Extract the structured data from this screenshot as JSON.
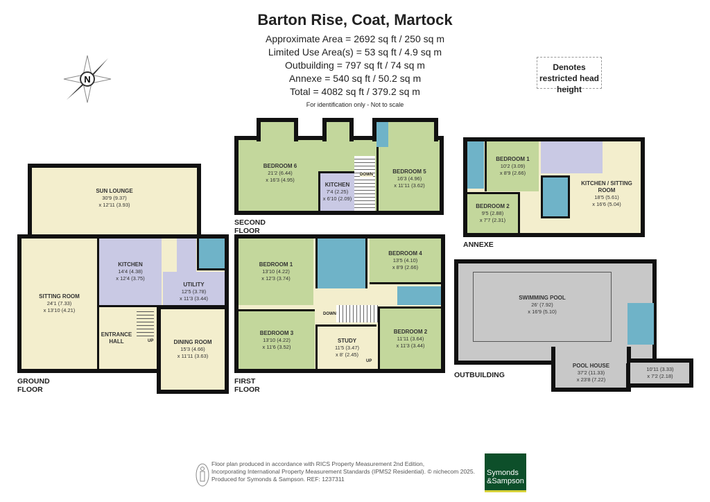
{
  "header": {
    "title": "Barton Rise, Coat, Martock",
    "lines": [
      "Approximate Area = 2692 sq ft / 250 sq m",
      "Limited Use Area(s) = 53 sq ft / 4.9 sq m",
      "Outbuilding = 797 sq ft / 74 sq m",
      "Annexe = 540 sq ft / 50.2 sq m",
      "Total = 4082 sq ft / 379.2 sq m"
    ],
    "note": "For identification only - Not to scale"
  },
  "compass": {
    "label": "N"
  },
  "legend": {
    "restricted": "Denotes restricted head height"
  },
  "floors": {
    "ground": {
      "label": "GROUND FLOOR",
      "rooms": [
        {
          "name": "SUN LOUNGE",
          "d1": "30'9 (9.37)",
          "d2": "x 12'11 (3.93)"
        },
        {
          "name": "SITTING ROOM",
          "d1": "24'1 (7.33)",
          "d2": "x 13'10 (4.21)"
        },
        {
          "name": "KITCHEN",
          "d1": "14'4 (4.38)",
          "d2": "x 12'4 (3.75)"
        },
        {
          "name": "UTILITY",
          "d1": "12'5 (3.78)",
          "d2": "x 11'3 (3.44)"
        },
        {
          "name": "ENTRANCE HALL",
          "d1": "",
          "d2": ""
        },
        {
          "name": "DINING ROOM",
          "d1": "15'3 (4.66)",
          "d2": "x 11'11 (3.63)"
        }
      ],
      "stairs": "UP"
    },
    "second": {
      "label": "SECOND FLOOR",
      "rooms": [
        {
          "name": "BEDROOM 6",
          "d1": "21'2 (6.44)",
          "d2": "x 16'3 (4.95)"
        },
        {
          "name": "KITCHEN",
          "d1": "7'4 (2.25)",
          "d2": "x 6'10 (2.09)"
        },
        {
          "name": "BEDROOM 5",
          "d1": "16'3 (4.96)",
          "d2": "x 11'11 (3.62)"
        }
      ],
      "stairs": "DOWN"
    },
    "first": {
      "label": "FIRST FLOOR",
      "rooms": [
        {
          "name": "BEDROOM 1",
          "d1": "13'10 (4.22)",
          "d2": "x 12'3 (3.74)"
        },
        {
          "name": "BEDROOM 4",
          "d1": "13'5 (4.10)",
          "d2": "x 8'9 (2.66)"
        },
        {
          "name": "BEDROOM 3",
          "d1": "13'10 (4.22)",
          "d2": "x 11'6 (3.52)"
        },
        {
          "name": "STUDY",
          "d1": "11'5 (3.47)",
          "d2": "x 8' (2.45)"
        },
        {
          "name": "BEDROOM 2",
          "d1": "11'11 (3.64)",
          "d2": "x 11'3 (3.44)"
        }
      ],
      "stairs_down": "DOWN",
      "stairs_up": "UP"
    },
    "annexe": {
      "label": "ANNEXE",
      "rooms": [
        {
          "name": "BEDROOM 1",
          "d1": "10'2 (3.09)",
          "d2": "x 8'9 (2.66)"
        },
        {
          "name": "BEDROOM 2",
          "d1": "9'5 (2.88)",
          "d2": "x 7'7 (2.31)"
        },
        {
          "name": "KITCHEN / SITTING ROOM",
          "d1": "18'5 (5.61)",
          "d2": "x 16'6 (5.04)"
        }
      ]
    },
    "outbuilding": {
      "label": "OUTBUILDING",
      "rooms": [
        {
          "name": "SWIMMING POOL",
          "d1": "26' (7.92)",
          "d2": "x 16'9 (5.10)"
        },
        {
          "name": "POOL HOUSE",
          "d1": "37'2 (11.33)",
          "d2": "x 23'8 (7.22)"
        },
        {
          "name": "",
          "d1": "10'11 (3.33)",
          "d2": "x 7'2 (2.18)"
        }
      ]
    }
  },
  "footer": {
    "lines": [
      "Floor plan produced in accordance with RICS Property Measurement 2nd Edition,",
      "Incorporating International Property Measurement Standards (IPMS2 Residential).  © nichecom 2025.",
      "Produced for Symonds & Sampson.   REF: 1237311"
    ],
    "logo": "Symonds &Sampson"
  },
  "colors": {
    "living": "#f3eecd",
    "kitchen": "#c9c9e4",
    "bathroom": "#6fb3c8",
    "bedroom": "#c3d79c",
    "outbuilding": "#c8c8c8",
    "logo": "#0d4f2a"
  }
}
